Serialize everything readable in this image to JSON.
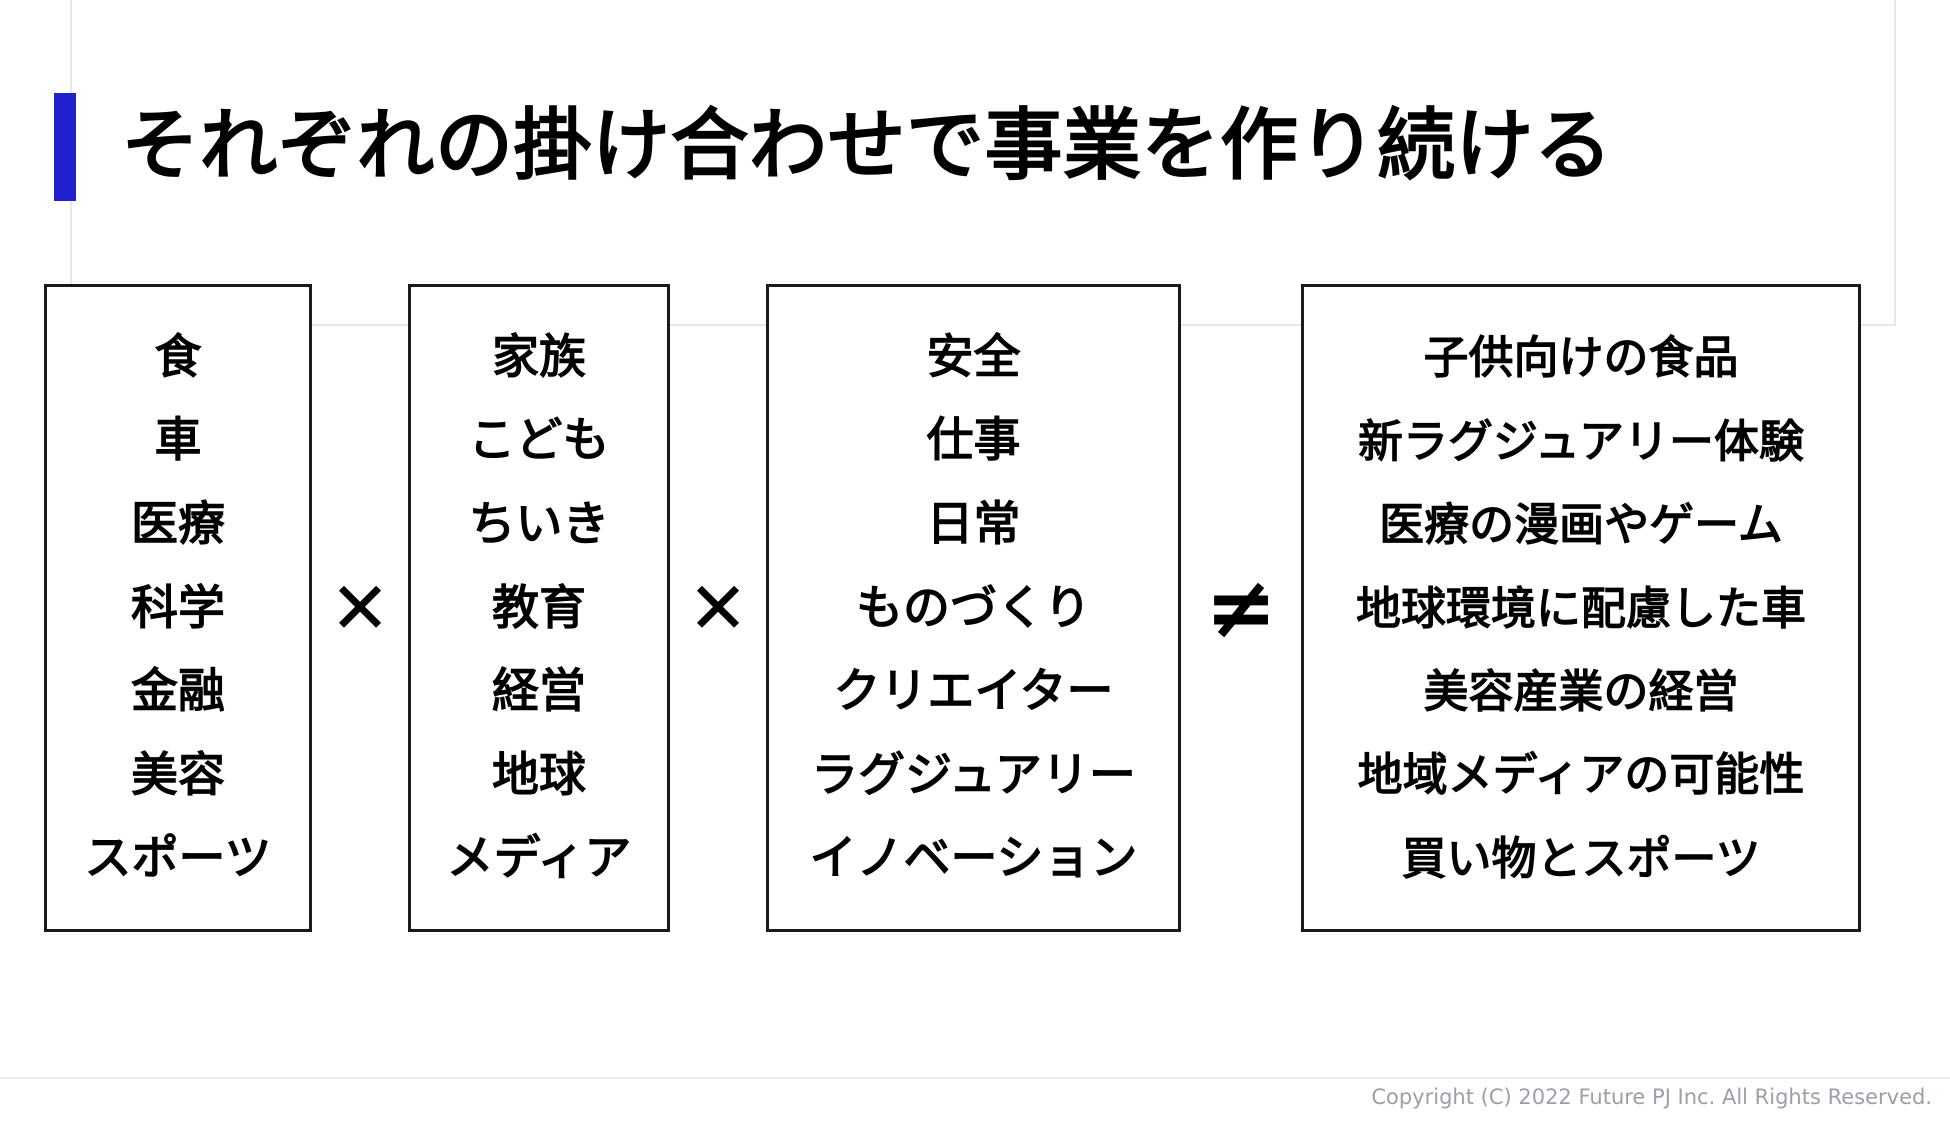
{
  "slide": {
    "title": "それぞれの掛け合わせで事業を作り続ける",
    "accent_color": "#2020CC",
    "background_color": "#FFFFFF",
    "border_color": "#E7E7ED"
  },
  "formula": {
    "operator_multiply": "✕",
    "operator_not_equal": "≠",
    "columns": [
      {
        "name": "domains",
        "items": [
          "食",
          "車",
          "医療",
          "科学",
          "金融",
          "美容",
          "スポーツ"
        ]
      },
      {
        "name": "audiences",
        "items": [
          "家族",
          "こども",
          "ちいき",
          "教育",
          "経営",
          "地球",
          "メディア"
        ]
      },
      {
        "name": "themes",
        "items": [
          "安全",
          "仕事",
          "日常",
          "ものづくり",
          "クリエイター",
          "ラグジュアリー",
          "イノベーション"
        ]
      },
      {
        "name": "outcomes",
        "items": [
          "子供向けの食品",
          "新ラグジュアリー体験",
          "医療の漫画やゲーム",
          "地球環境に配慮した車",
          "美容産業の経営",
          "地域メディアの可能性",
          "買い物とスポーツ"
        ]
      }
    ]
  },
  "footer": {
    "copyright": "Copyright (C) 2022 Future PJ Inc. All Rights Reserved."
  }
}
